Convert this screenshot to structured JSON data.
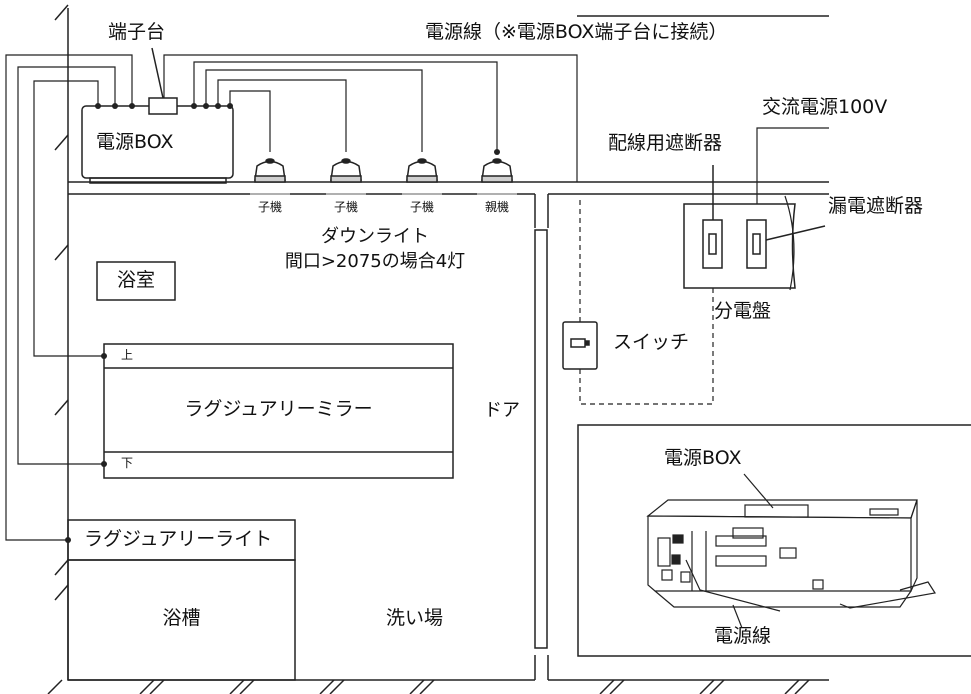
{
  "labels": {
    "terminal_block": "端子台",
    "power_line_note": "電源線（※電源BOX端子台に接続）",
    "ac_power": "交流電源100V",
    "wiring_breaker": "配線用遮断器",
    "earth_leakage_breaker": "漏電遮断器",
    "power_box_top": "電源BOX",
    "child_units": [
      "子機",
      "子機",
      "子機"
    ],
    "parent_unit": "親機",
    "downlight": "ダウンライト",
    "downlight_note": "間口>2075の場合4灯",
    "bathroom": "浴室",
    "distribution_board": "分電盤",
    "switch": "スイッチ",
    "mirror_top": "上",
    "mirror": "ラグジュアリーミラー",
    "mirror_bottom": "下",
    "door": "ドア",
    "light": "ラグジュアリーライト",
    "bathtub": "浴槽",
    "wash_area": "洗い場",
    "inset_power_box": "電源BOX",
    "inset_power_line": "電源線"
  },
  "colors": {
    "line": "#222222",
    "background": "#ffffff",
    "fixture_gray": "#cfcfcf"
  }
}
